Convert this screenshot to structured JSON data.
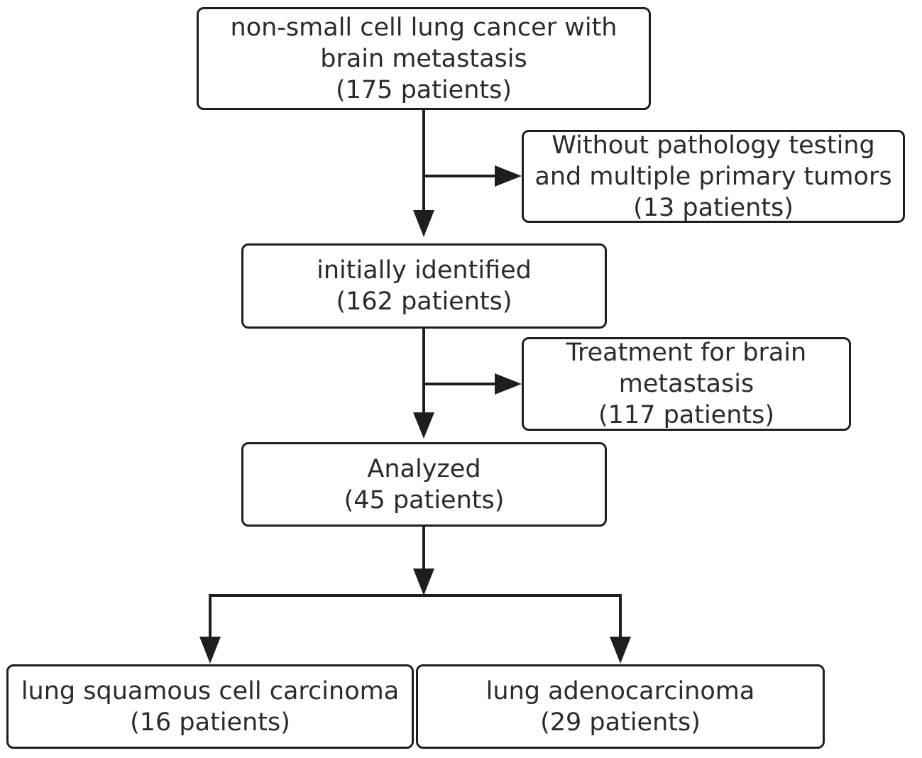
{
  "diagram": {
    "nodes": {
      "start": {
        "lines": [
          "non-small cell lung cancer with",
          "brain metastasis",
          "(175 patients)"
        ]
      },
      "excluded1": {
        "lines": [
          "Without pathology testing",
          "and multiple primary tumors",
          "(13 patients)"
        ]
      },
      "identified": {
        "lines": [
          "initially identified",
          "(162 patients)"
        ]
      },
      "excluded2": {
        "lines": [
          "Treatment for brain",
          "metastasis",
          "(117 patients)"
        ]
      },
      "analyzed": {
        "lines": [
          "Analyzed",
          "(45 patients)"
        ]
      },
      "squamous": {
        "lines": [
          "lung squamous cell carcinoma",
          "(16 patients)"
        ]
      },
      "adeno": {
        "lines": [
          "lung adenocarcinoma",
          "(29 patients)"
        ]
      }
    },
    "colors": {
      "stroke": "#1e1e1e",
      "text": "#2b2b2b",
      "background": "#ffffff"
    }
  }
}
